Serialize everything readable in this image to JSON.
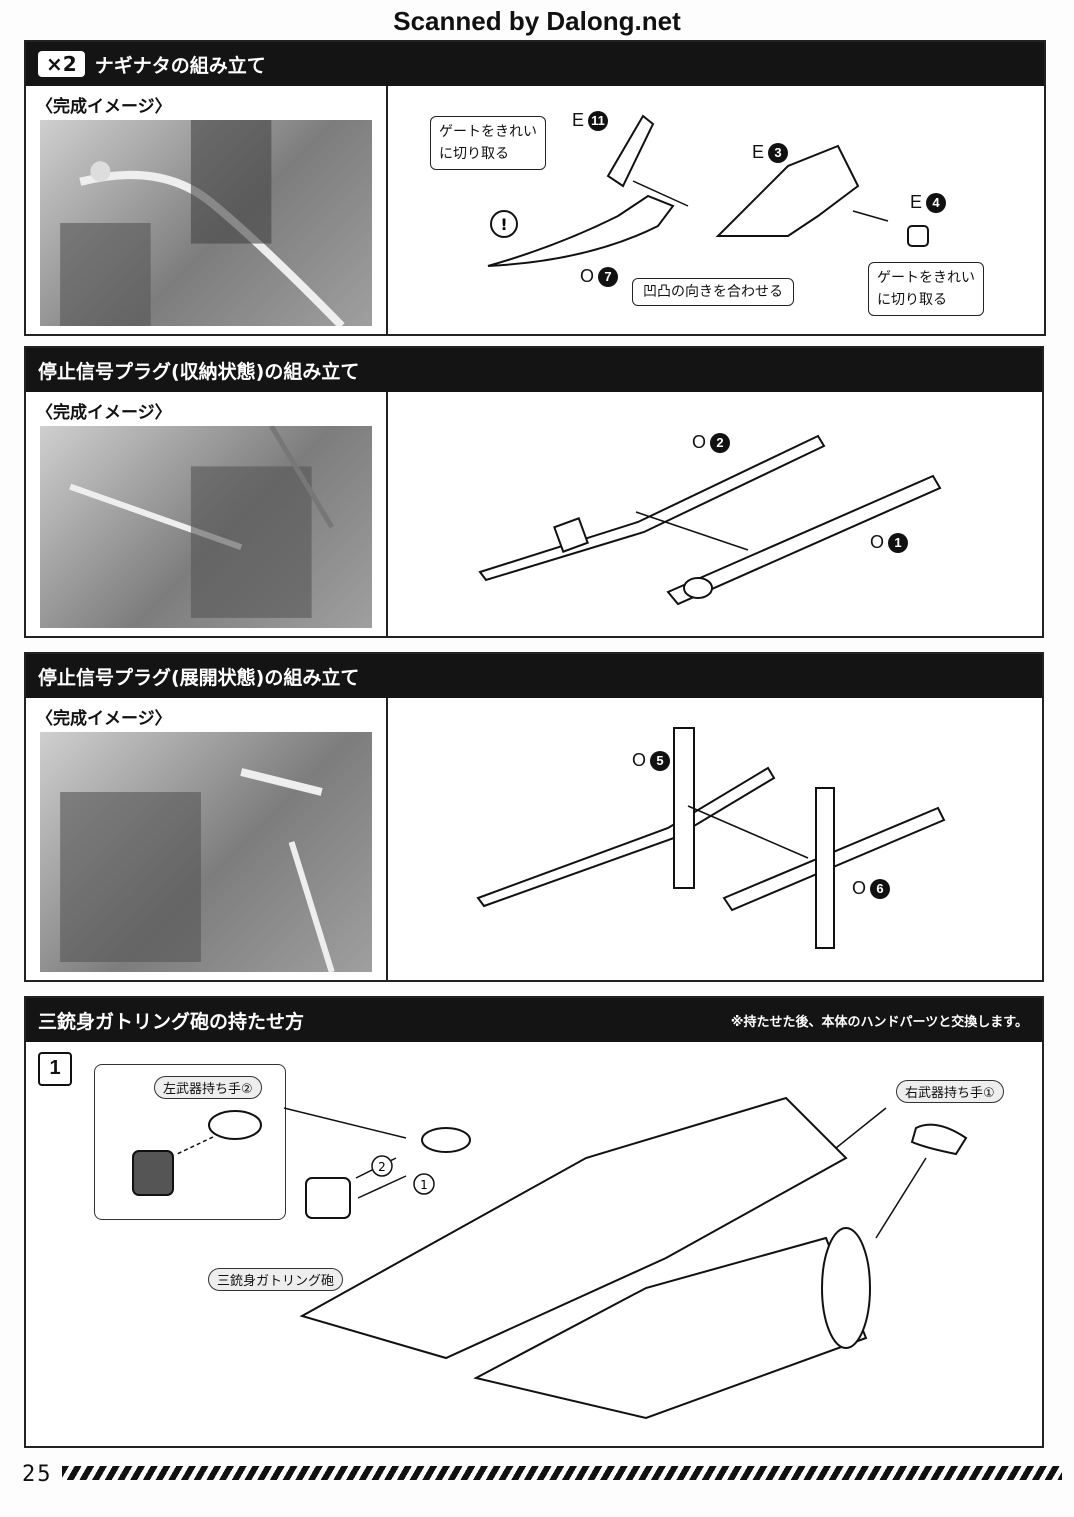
{
  "header": {
    "scan_credit": "Scanned by Dalong.net"
  },
  "sections": {
    "naginata": {
      "qty_badge": "×2",
      "title": "ナギナタの組み立て",
      "image_label": "〈完成イメージ〉",
      "callout_gate_top": "ゲートをきれい\nに切り取る",
      "callout_gate_right": "ゲートをきれい\nに切り取る",
      "callout_align": "凹凸の向きを合わせる",
      "warning_mark": "!",
      "parts": [
        {
          "letter": "E",
          "num": "11"
        },
        {
          "letter": "E",
          "num": "3"
        },
        {
          "letter": "E",
          "num": "4"
        },
        {
          "letter": "O",
          "num": "7"
        }
      ]
    },
    "plug_stored": {
      "title": "停止信号プラグ(収納状態)の組み立て",
      "image_label": "〈完成イメージ〉",
      "parts": [
        {
          "letter": "O",
          "num": "2"
        },
        {
          "letter": "O",
          "num": "1"
        }
      ]
    },
    "plug_deployed": {
      "title": "停止信号プラグ(展開状態)の組み立て",
      "image_label": "〈完成イメージ〉",
      "parts": [
        {
          "letter": "O",
          "num": "5"
        },
        {
          "letter": "O",
          "num": "6"
        }
      ]
    },
    "gatling": {
      "title": "三銃身ガトリング砲の持たせ方",
      "note": "※持たせた後、本体のハンドパーツと交換します。",
      "step": "1",
      "label_left_hand": "左武器持ち手②",
      "label_right_hand": "右武器持ち手①",
      "label_gatling": "三銃身ガトリング砲",
      "order_1": "1",
      "order_2": "2"
    }
  },
  "footer": {
    "page_number": "25"
  }
}
